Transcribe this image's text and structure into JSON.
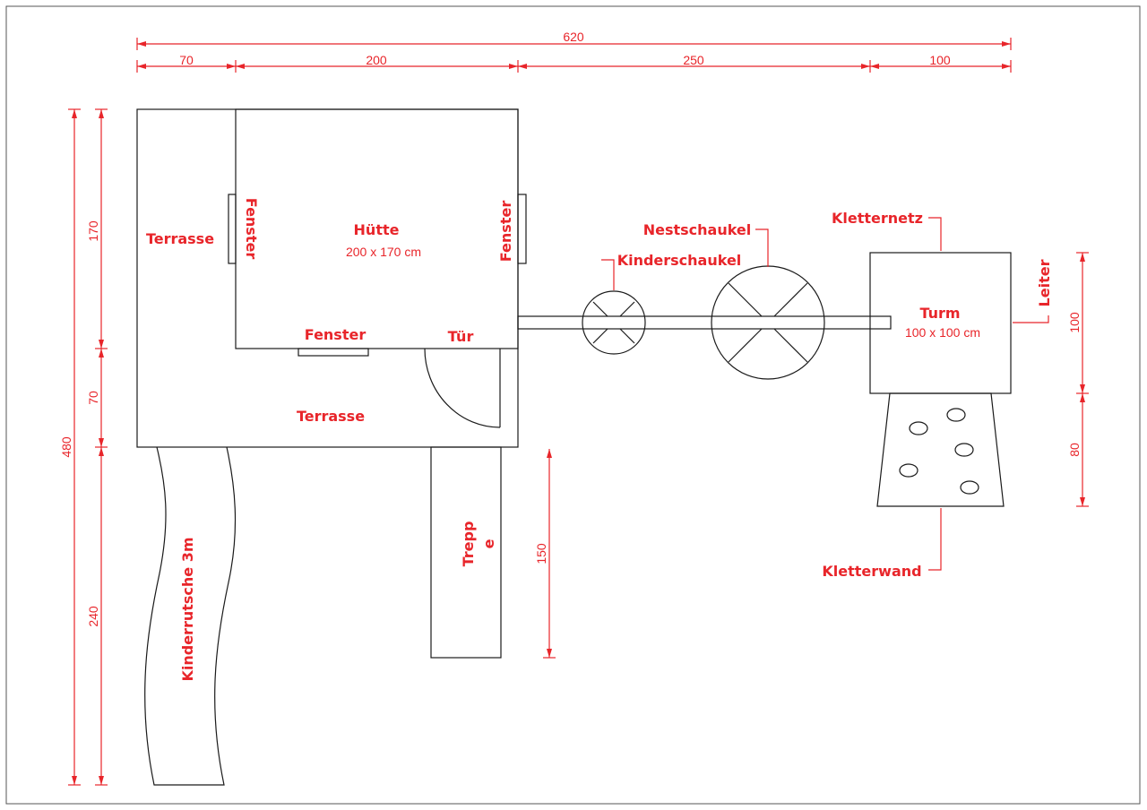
{
  "dimensions": {
    "total_width": "620",
    "seg_terrasse": "70",
    "seg_huette": "200",
    "seg_swings": "250",
    "seg_turm": "100",
    "total_height": "480",
    "h_huette": "170",
    "h_terrasse": "70",
    "h_rutsche": "240",
    "h_treppe": "150",
    "h_turm": "100",
    "h_kletterwand": "80"
  },
  "labels": {
    "terrasse_top": "Terrasse",
    "terrasse_bottom": "Terrasse",
    "huette_title": "Hütte",
    "huette_size": "200 x 170 cm",
    "fenster_left": "Fenster",
    "fenster_right": "Fenster",
    "fenster_bottom": "Fenster",
    "tuer": "Tür",
    "treppe_line1": "Trepp",
    "treppe_line2": "e",
    "rutsche": "Kinderrutsche 3m",
    "nestschaukel": "Nestschaukel",
    "kinderschaukel": "Kinderschaukel",
    "kletternetz": "Kletternetz",
    "turm_title": "Turm",
    "turm_size": "100 x 100 cm",
    "leiter": "Leiter",
    "kletterwand": "Kletterwand"
  },
  "colors": {
    "annotation": "#e8252a",
    "lines": "#1a1a1a"
  }
}
